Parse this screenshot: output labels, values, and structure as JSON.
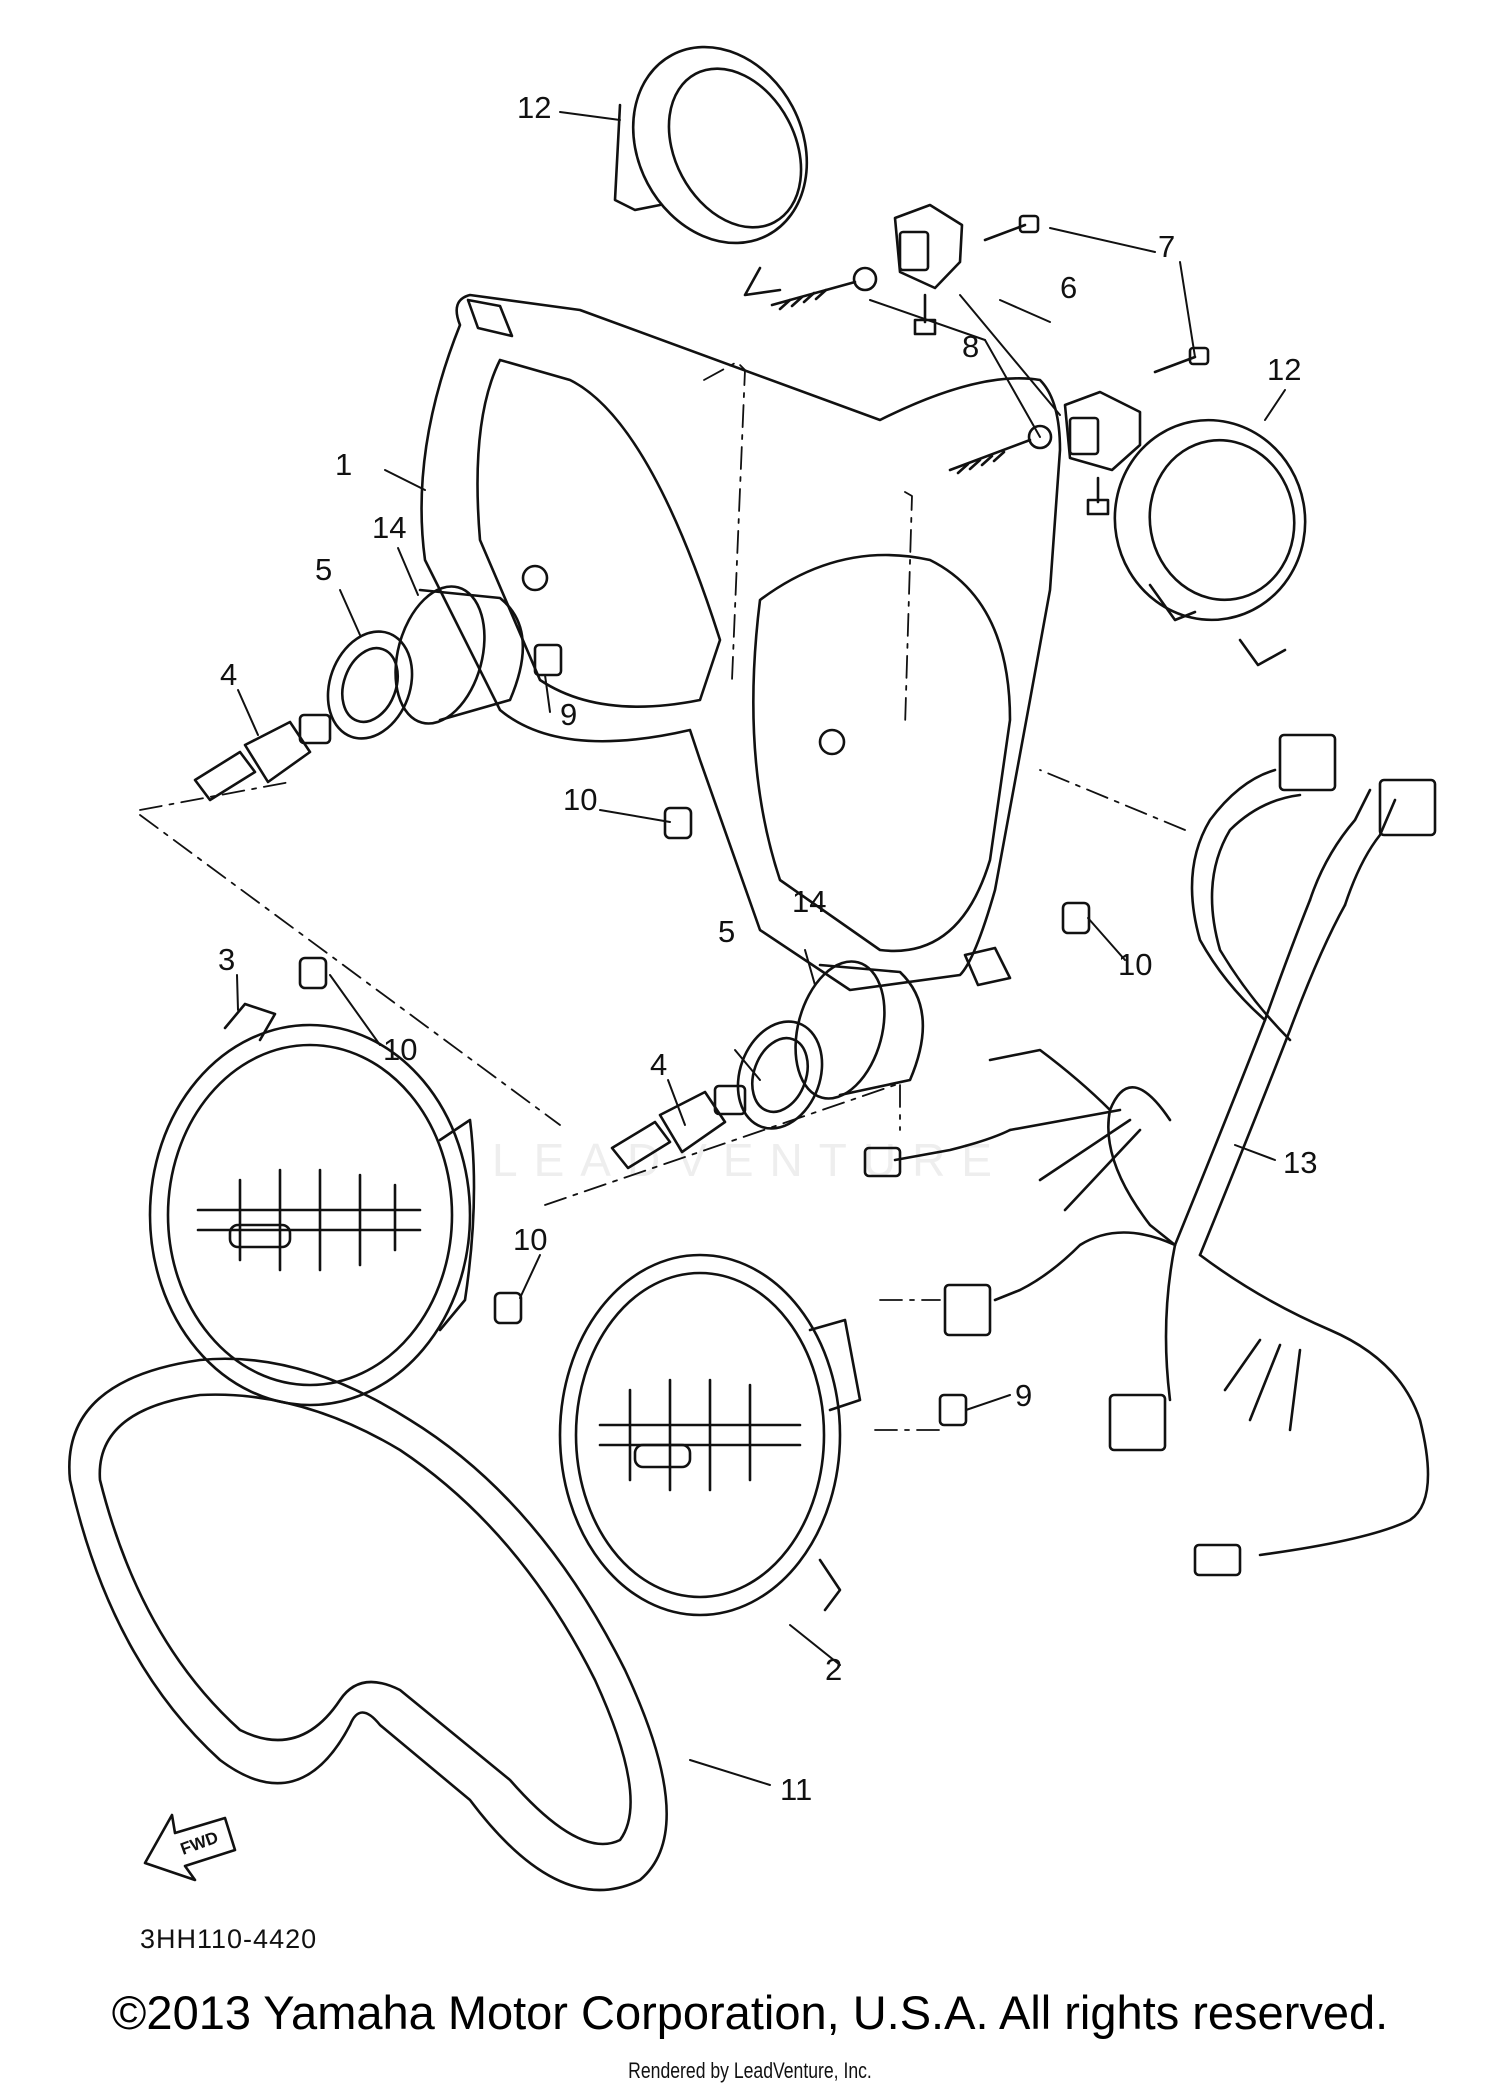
{
  "callouts": [
    "1",
    "2",
    "3",
    "4",
    "4",
    "5",
    "5",
    "6",
    "7",
    "8",
    "9",
    "9",
    "10",
    "10",
    "10",
    "10",
    "11",
    "12",
    "12",
    "13",
    "14",
    "14"
  ],
  "fwd_label": "FWD",
  "drawing_code": "3HH110-4420",
  "watermark": "LEADVENTURE",
  "copyright": "©2013 Yamaha Motor Corporation, U.S.A. All rights reserved.",
  "rendered_by": "Rendered by LeadVenture, Inc."
}
